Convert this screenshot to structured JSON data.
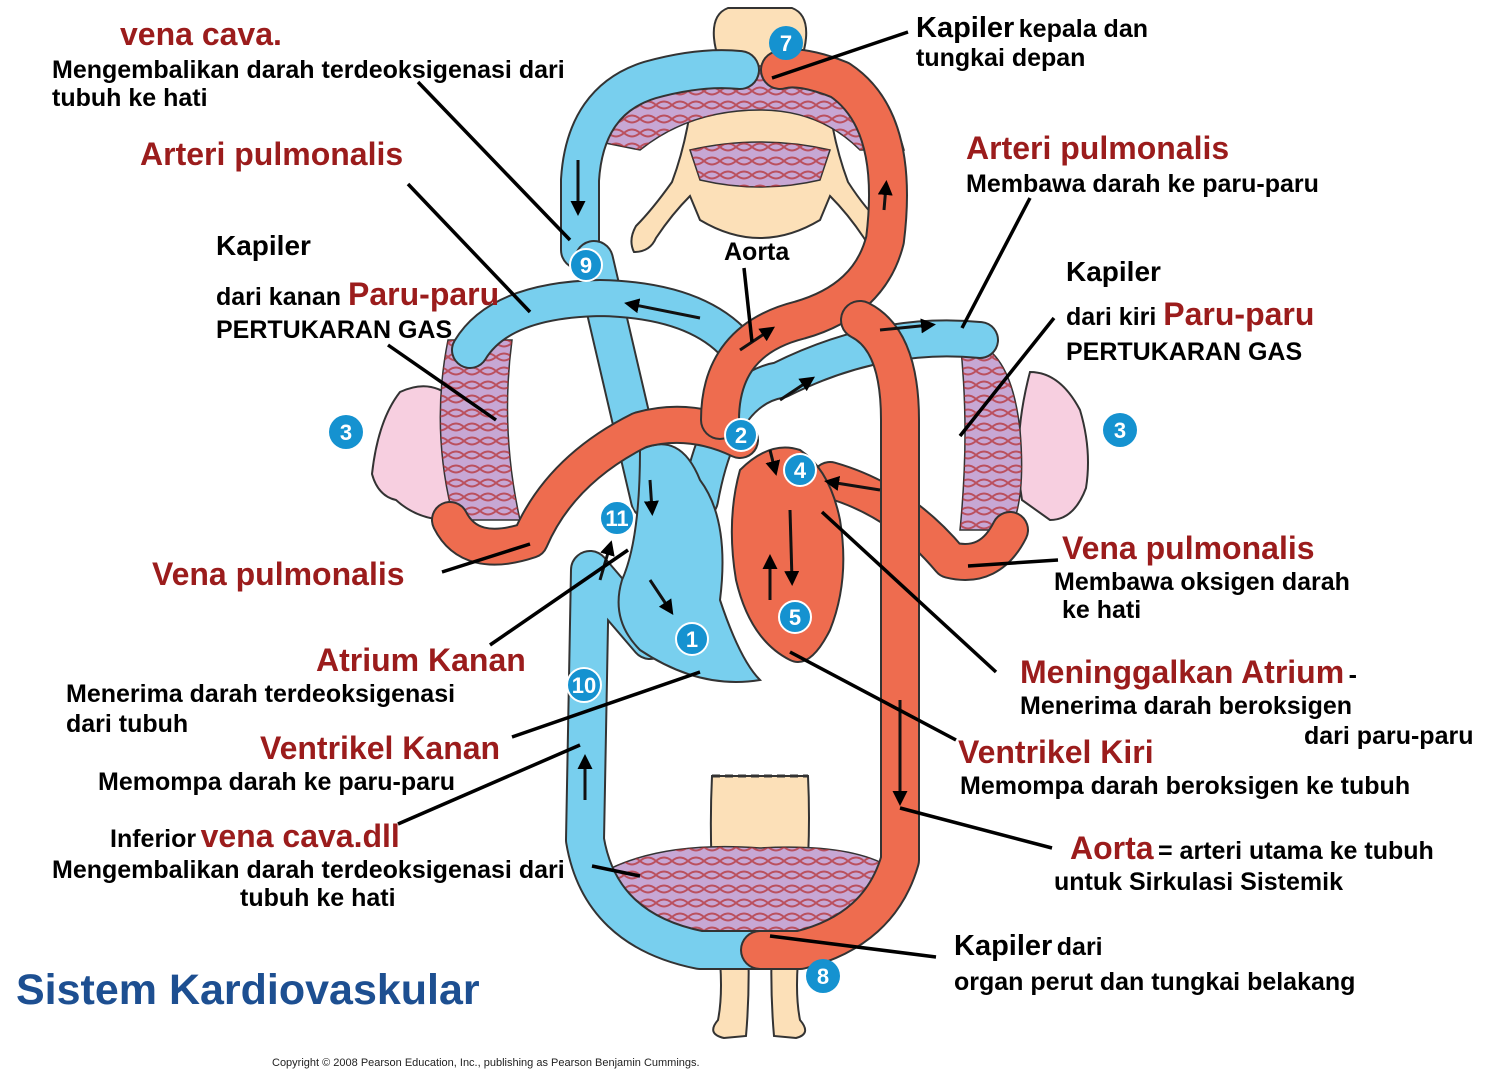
{
  "title": "Sistem Kardiovaskular",
  "copyright": "Copyright © 2008 Pearson Education, Inc., publishing as Pearson Benjamin Cummings.",
  "colors": {
    "vein_blue": "#78cfee",
    "artery_red": "#ee6c4f",
    "label_red": "#9b1c1c",
    "badge_blue": "#1592d0",
    "skin": "#fce0b8",
    "lung_pink": "#f7cfe0",
    "title_blue": "#1d4f91"
  },
  "numbers": [
    "1",
    "2",
    "3",
    "3",
    "4",
    "5",
    "7",
    "8",
    "9",
    "10",
    "11"
  ],
  "labels": {
    "svc_title": "vena cava.",
    "svc_desc1": "Mengembalikan darah terdeoksigenasi dari",
    "svc_desc2": "tubuh ke hati",
    "pa_left_title": "Arteri pulmonalis",
    "kap_kanan_1": "Kapiler",
    "kap_kanan_2a": "dari kanan",
    "kap_kanan_2b": "Paru-paru",
    "kap_kanan_3": "PERTUKARAN GAS",
    "vp_left_title": "Vena pulmonalis",
    "ra_title": "Atrium Kanan",
    "ra_desc1": "Menerima darah terdeoksigenasi",
    "ra_desc2": "dari tubuh",
    "rv_title": "Ventrikel Kanan",
    "rv_desc": "Memompa darah ke paru-paru",
    "ivc_prefix": "Inferior",
    "ivc_title": "vena cava.dll",
    "ivc_desc1": "Mengembalikan darah terdeoksigenasi dari",
    "ivc_desc2": "tubuh ke hati",
    "kap_kepala_1a": "Kapiler",
    "kap_kepala_1b": "kepala dan",
    "kap_kepala_2": "tungkai depan",
    "pa_right_title": "Arteri pulmonalis",
    "pa_right_desc": "Membawa darah  ke paru-paru",
    "aorta_small": "Aorta",
    "kap_kiri_1": "Kapiler",
    "kap_kiri_2a": "dari kiri",
    "kap_kiri_2b": "Paru-paru",
    "kap_kiri_3": "PERTUKARAN GAS",
    "vp_right_title": "Vena pulmonalis",
    "vp_right_desc1": "Membawa oksigen darah",
    "vp_right_desc2": "ke hati",
    "la_title": "Meninggalkan Atrium",
    "la_dash": "-",
    "la_desc1": "Menerima darah beroksigen",
    "la_desc2": "dari paru-paru",
    "lv_title": "Ventrikel Kiri",
    "lv_desc": "Memompa darah beroksigen ke tubuh",
    "aorta_title": "Aorta",
    "aorta_desc1": "= arteri utama ke tubuh",
    "aorta_desc2": "untuk Sirkulasi Sistemik",
    "kap_perut_1a": "Kapiler",
    "kap_perut_1b": "dari",
    "kap_perut_2": "organ perut dan tungkai belakang"
  }
}
